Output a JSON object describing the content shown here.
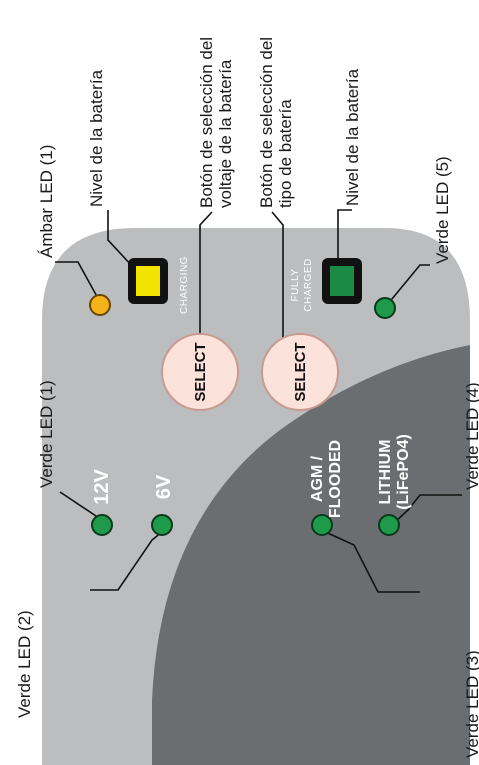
{
  "panel": {
    "colors": {
      "light_panel": "#bcbdbf",
      "dark_panel": "#6b6e70",
      "led_green": "#1f9a4a",
      "led_amber": "#f6b21b",
      "meter_yellow": "#f2e400",
      "meter_green": "#1a8a45",
      "select_button": "#fbe3dc"
    },
    "voltage_labels": [
      "12V",
      "6V"
    ],
    "type_label_agm_line1": "AGM /",
    "type_label_agm_line2": "FLOODED",
    "type_label_lithium_line1": "LITHIUM",
    "type_label_lithium_line2": "(LiFePO4)",
    "select_button_label": "SELECT",
    "charging_label": "CHARGING",
    "fully_charged_line1": "FULLY",
    "fully_charged_line2": "CHARGED"
  },
  "callouts": {
    "verde_led_1": "Verde LED (1)",
    "verde_led_2": "Verde LED (2)",
    "verde_led_3": "Verde LED (3)",
    "verde_led_4": "Verde LED (4)",
    "verde_led_5": "Verde LED (5)",
    "ambar_led_1": "Ámbar LED (1)",
    "nivel_bateria_1": "Nivel de la batería",
    "nivel_bateria_2": "Nivel de la batería",
    "voltage_button_line1": "Botón de selección del",
    "voltage_button_line2": "voltaje de la batería",
    "type_button_line1": "Botón de selección del",
    "type_button_line2": "tipo de batería"
  }
}
